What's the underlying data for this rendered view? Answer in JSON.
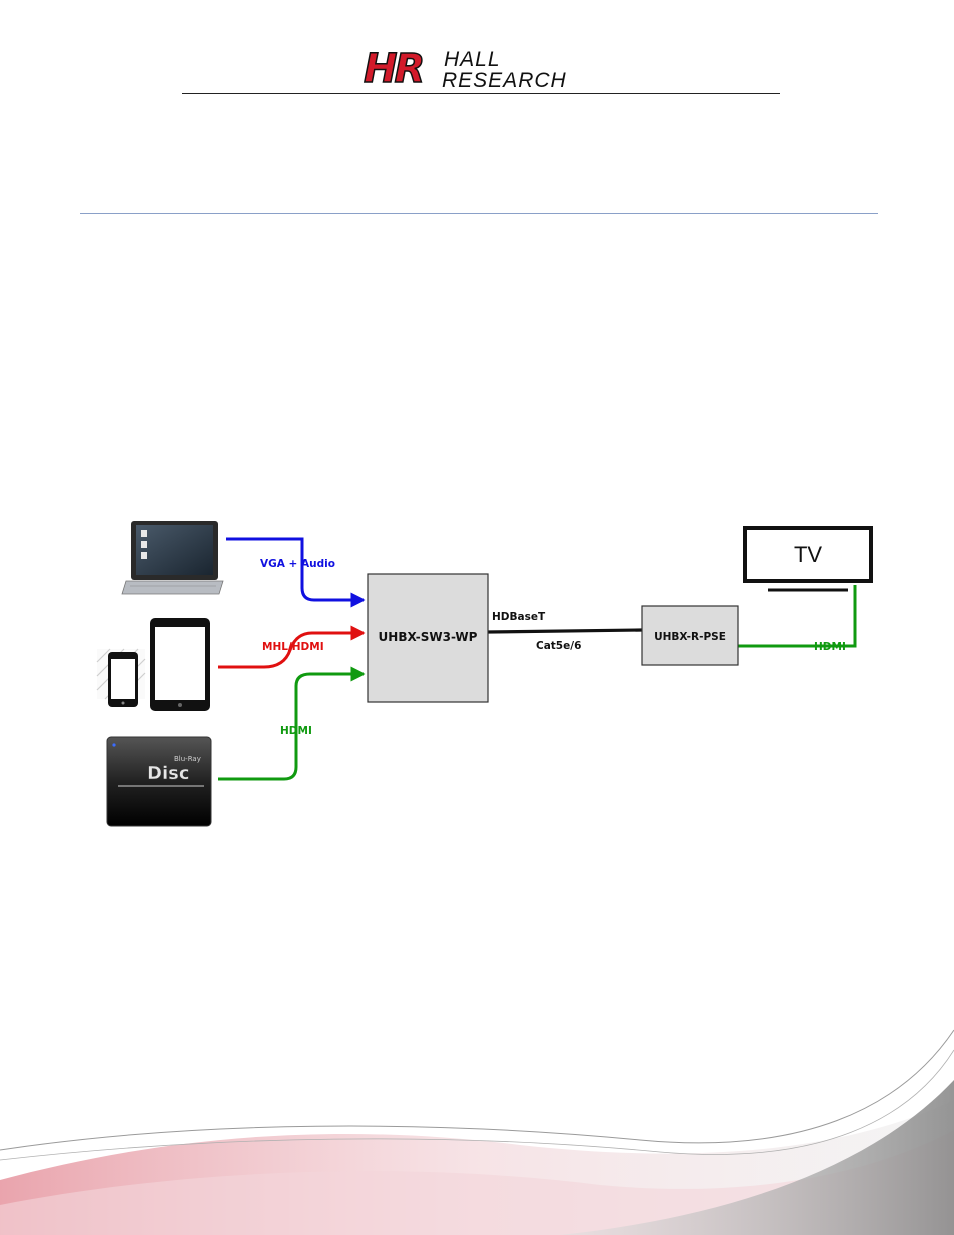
{
  "brand": {
    "logo_mark": "HR",
    "name_line1": "HALL",
    "name_line2": "RESEARCH"
  },
  "diagram": {
    "switcher_label": "UHBX-SW3-WP",
    "receiver_label": "UHBX-R-PSE",
    "tv_label": "TV",
    "link_labels": {
      "vga_audio": "VGA + Audio",
      "mhl_hdmi": "MHL/HDMI",
      "hdmi_bluray": "HDMI",
      "hdbaset": "HDBaseT",
      "cat5e6": "Cat5e/6",
      "hdmi_tv": "HDMI"
    },
    "bluray_brand_top": "Blu-Ray",
    "bluray_brand_main": "Disc",
    "colors": {
      "vga": "#1010e0",
      "mhl": "#e01010",
      "hdmi": "#109a10",
      "cable": "#111111"
    }
  }
}
